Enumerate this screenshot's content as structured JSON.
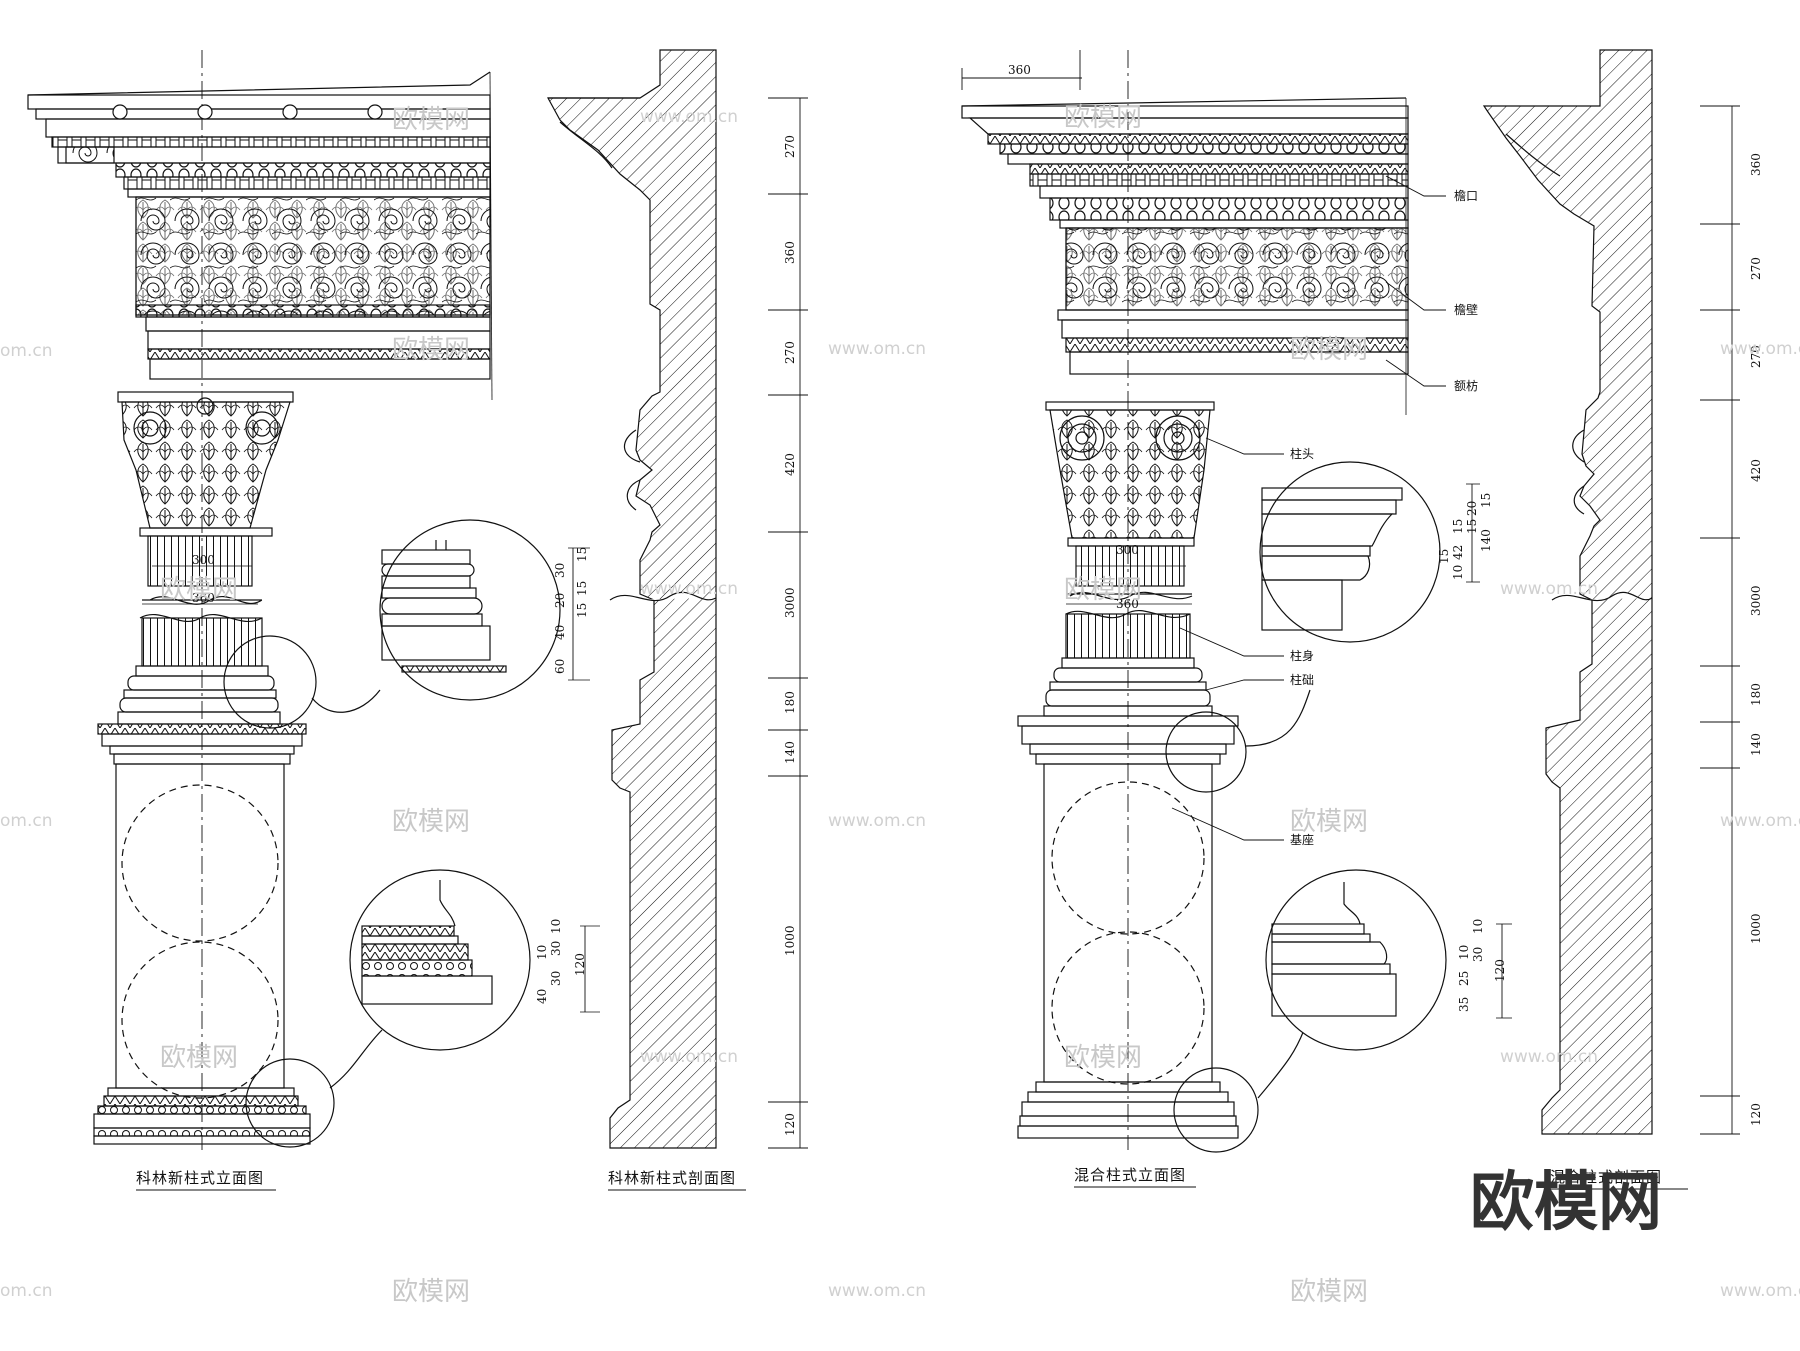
{
  "drawings": {
    "corinthian_elevation_title": "科林新柱式立面图",
    "corinthian_section_title": "科林新柱式剖面图",
    "composite_elevation_title": "混合柱式立面图",
    "composite_section_title": "混合柱式剖面图"
  },
  "dimensions": {
    "corinthian_vertical": [
      "270",
      "360",
      "270",
      "420",
      "3000",
      "180",
      "140",
      "1000",
      "120"
    ],
    "corinthian_diameter_top": "300",
    "corinthian_diameter_bottom": "360",
    "corinthian_base_detail": [
      "15",
      "30",
      "15",
      "20",
      "15",
      "40",
      "60"
    ],
    "corinthian_pedestal_detail": [
      "10",
      "30",
      "30",
      "10",
      "120",
      "40"
    ],
    "composite_top_offset": "360",
    "composite_vertical": [
      "360",
      "270",
      "270",
      "420",
      "3000",
      "180",
      "140",
      "1000",
      "120"
    ],
    "composite_diameter_top": "300",
    "composite_diameter_bottom": "360",
    "composite_cornice_detail": [
      "15",
      "20",
      "15",
      "15",
      "140",
      "42",
      "15",
      "10"
    ],
    "composite_pedestal_detail": [
      "10",
      "10",
      "30",
      "25",
      "35",
      "120"
    ]
  },
  "callouts": {
    "cornice": "檐口",
    "frieze": "檐壁",
    "architrave": "额枋",
    "capital": "柱头",
    "shaft": "柱身",
    "base": "柱础",
    "pedestal": "基座"
  },
  "watermarks": {
    "brand": "欧模网",
    "url": "www.om.cn",
    "url_short": "om.cn",
    "logo": "欧模网"
  }
}
